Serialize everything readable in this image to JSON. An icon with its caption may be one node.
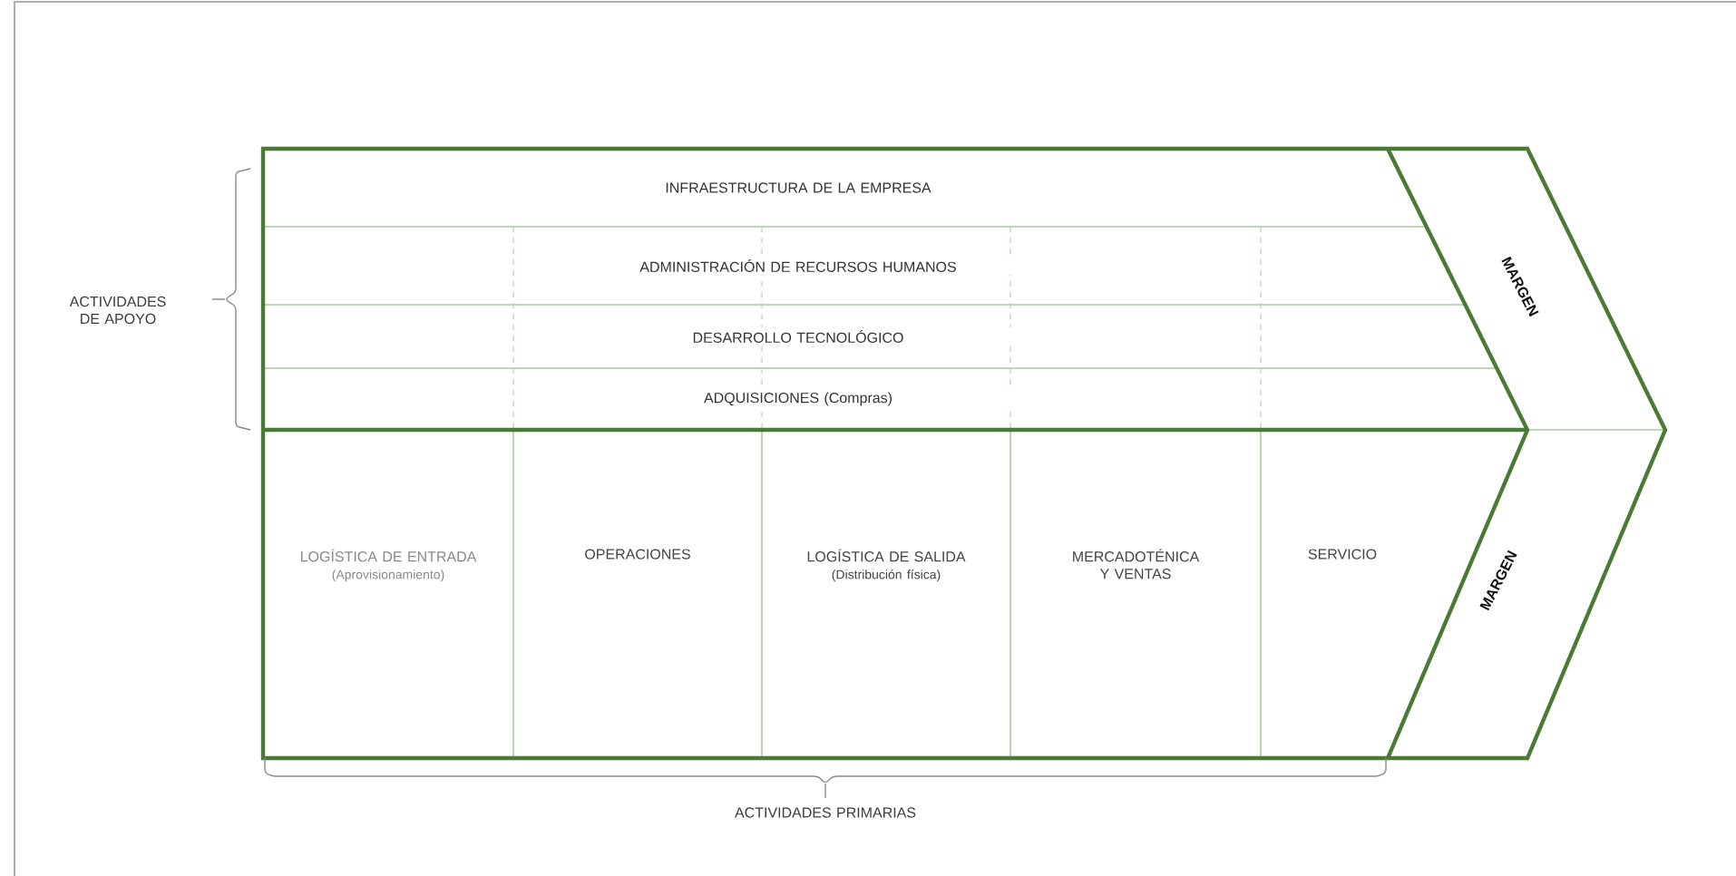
{
  "diagram": {
    "nodes": [
      {
        "text": [
          "INFRAESTRUCTURA DE LA EMPRESA"
        ]
      },
      {
        "text": [
          "ADMINISTRACIÓN DE RECURSOS HUMANOS"
        ]
      },
      {
        "text": [
          "DESARROLLO TECNOLÓGICO"
        ]
      },
      {
        "text": [
          "ADQUISICIONES (Compras)"
        ]
      },
      {
        "text": [
          "LOGÍSTICA DE ENTRADA",
          "(Aprovisionamiento)"
        ]
      },
      {
        "text": [
          "OPERACIONES"
        ]
      },
      {
        "text": [
          "LOGÍSTICA DE SALIDA",
          "(Distribución física)"
        ]
      },
      {
        "text": [
          "MERCADOTÉNICA Y VENTAS"
        ]
      },
      {
        "text": [
          "SERVICIO"
        ]
      },
      {
        "text": [
          "MARGEN"
        ]
      },
      {
        "text": [
          "MARGEN"
        ]
      }
    ],
    "labels": [
      "ACTIVIDADES DE APOYO",
      "ACTIVIDADES PRIMARIAS"
    ]
  }
}
